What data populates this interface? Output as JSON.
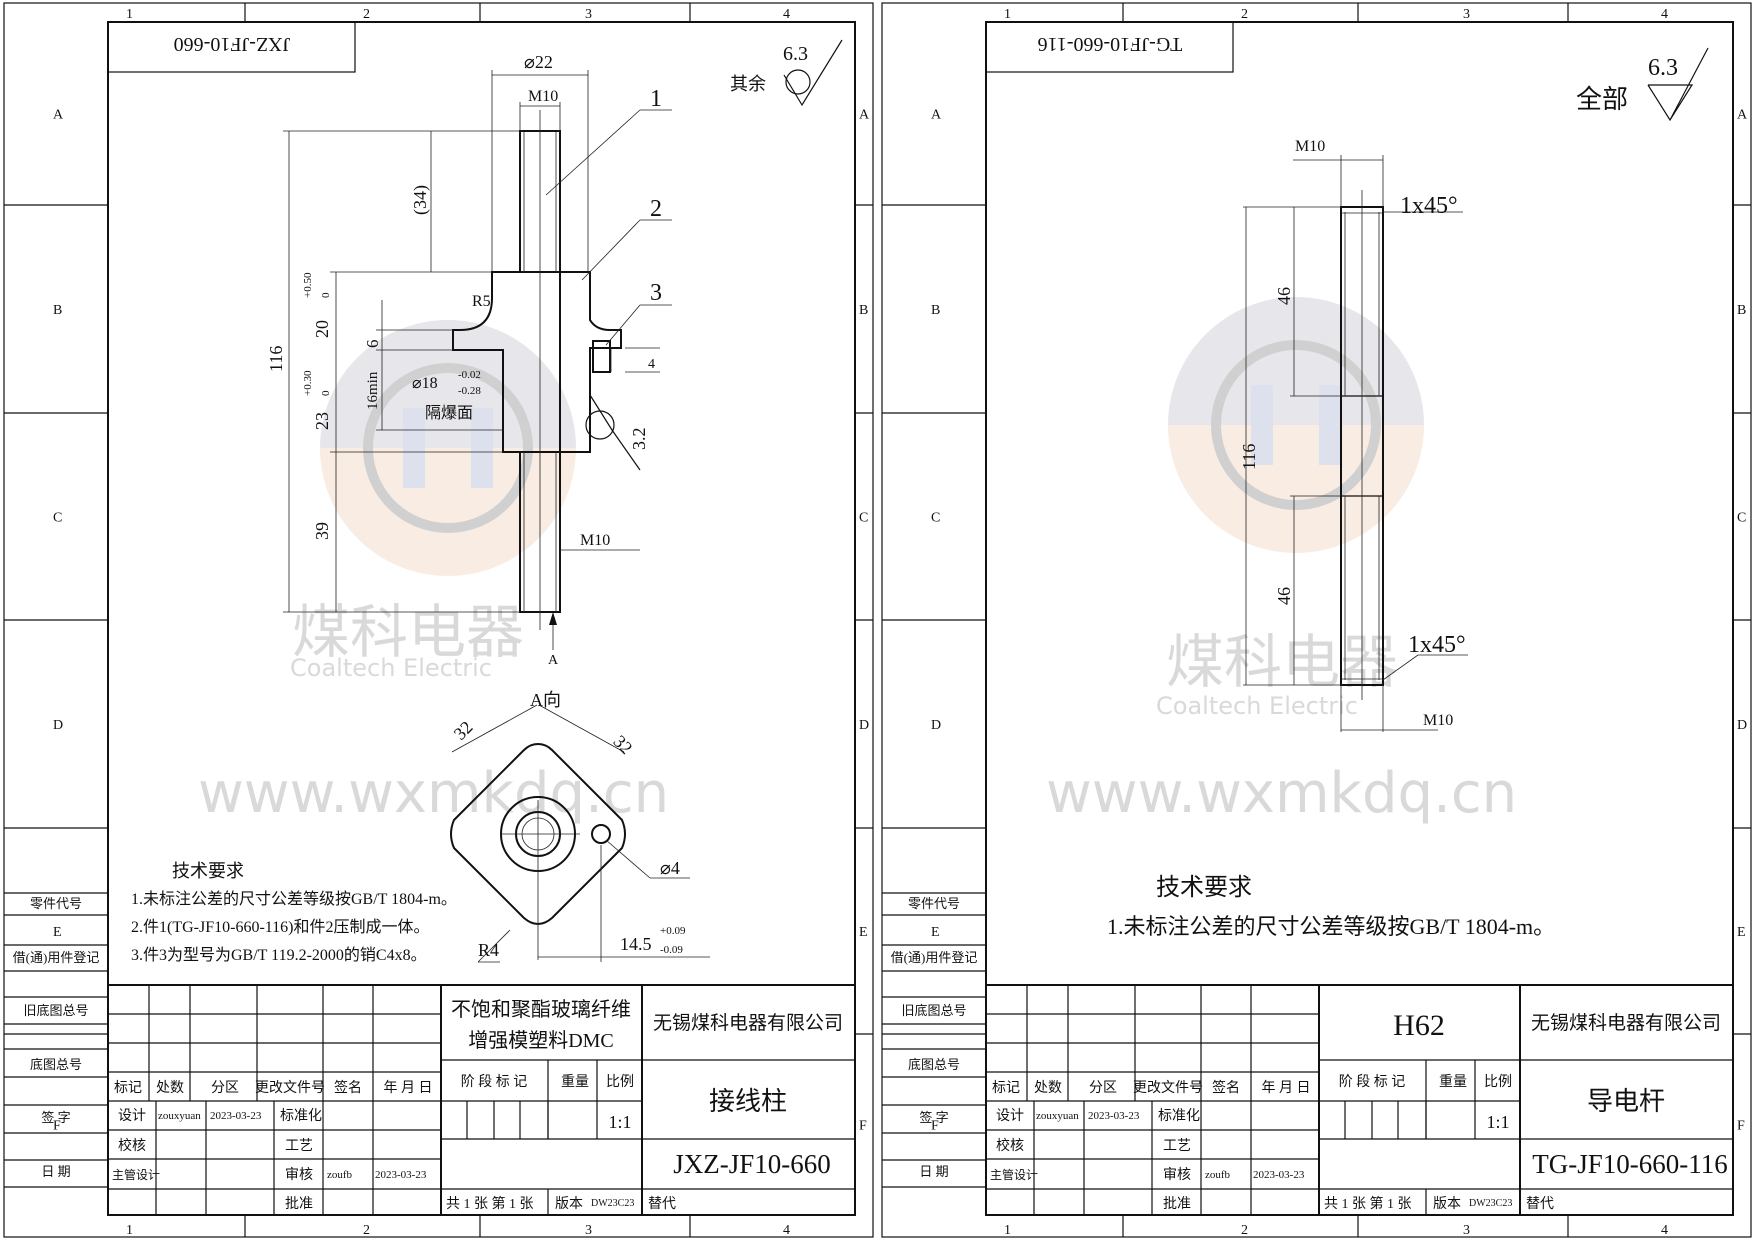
{
  "colors": {
    "line": "#111111",
    "watermark": "#d9d9d9",
    "logo_blue": "#c9cfe6",
    "logo_orange": "#f3d9c4"
  },
  "frame": {
    "columns": [
      "1",
      "2",
      "3",
      "4"
    ],
    "rows": [
      "A",
      "B",
      "C",
      "D",
      "E",
      "F"
    ],
    "side_labels": [
      "零件代号",
      "借(通)用件登记",
      "旧底图总号",
      "底图总号",
      "签 字",
      "日 期"
    ]
  },
  "watermark": {
    "cn": "煤科电器",
    "en": "Coaltech Electric",
    "url": "www.wxmkdq.cn"
  },
  "sheets": [
    {
      "mirrored_code": "JXZ-JF10-660",
      "roughness": {
        "value": "6.3",
        "label": "其余"
      },
      "tech_title": "技术要求",
      "tech_items": [
        "1.未标注公差的尺寸公差等级按GB/T 1804-m。",
        "2.件1(TG-JF10-660-116)和件2压制成一体。",
        "3.件3为型号为GB/T 119.2-2000的销C4x8。"
      ],
      "dims": {
        "d22": "⌀22",
        "m10_top": "M10",
        "p1": "1",
        "p2": "2",
        "p3": "3",
        "d34": "(34)",
        "r5": "R5",
        "d20": "20",
        "d20_tol_up": "+0.50",
        "d20_tol_lo": "0",
        "d6": "6",
        "d4": "4",
        "d116": "116",
        "d16min": "16min",
        "d18": "⌀18",
        "d18_tol_up": "-0.02",
        "d18_tol_lo": "-0.28",
        "face": "隔爆面",
        "d23": "23",
        "d23_tol_up": "+0.30",
        "d23_tol_lo": "0",
        "r32": "3.2",
        "d39": "39",
        "m10_bot": "M10",
        "arrow_a": "A",
        "view_a": "A向",
        "s32a": "32",
        "s32b": "32",
        "hole4": "⌀4",
        "r4": "R4",
        "d145": "14.5",
        "d145_tol_up": "+0.09",
        "d145_tol_lo": "-0.09"
      },
      "title_block": {
        "material": [
          "不饱和聚酯玻璃纤维",
          "增强模塑料DMC"
        ],
        "company": "无锡煤科电器有限公司",
        "part_name": "接线柱",
        "drawing_no": "JXZ-JF10-660",
        "scale": "1:1"
      }
    },
    {
      "mirrored_code": "TG-JF10-660-116",
      "roughness": {
        "value": "6.3",
        "label": "全部"
      },
      "tech_title": "技术要求",
      "tech_items": [
        "1.未标注公差的尺寸公差等级按GB/T 1804-m。"
      ],
      "dims": {
        "m10_top": "M10",
        "ch_top": "1x45°",
        "d46a": "46",
        "d116": "116",
        "d46b": "46",
        "ch_bot": "1x45°",
        "m10_bot": "M10"
      },
      "title_block": {
        "material": [
          "H62"
        ],
        "company": "无锡煤科电器有限公司",
        "part_name": "导电杆",
        "drawing_no": "TG-JF10-660-116",
        "scale": "1:1"
      }
    }
  ],
  "title_block_common": {
    "headers": [
      "标记",
      "处数",
      "分区",
      "更改文件号",
      "签名",
      "年 月 日"
    ],
    "designer_label": "设计",
    "designer": "zouxyuan",
    "design_date": "2023-03-23",
    "standard_label": "标准化",
    "check_label": "校核",
    "process_label": "工艺",
    "chief_label": "主管设计",
    "review_label": "审核",
    "reviewer": "zoufb",
    "review_date": "2023-03-23",
    "approve_label": "批准",
    "stage_label": "阶 段 标 记",
    "weight_label": "重量",
    "scale_label": "比例",
    "sheets_text": "共 1 张  第 1 张",
    "version_label": "版本",
    "version": "DW23C23",
    "replace_label": "替代"
  }
}
